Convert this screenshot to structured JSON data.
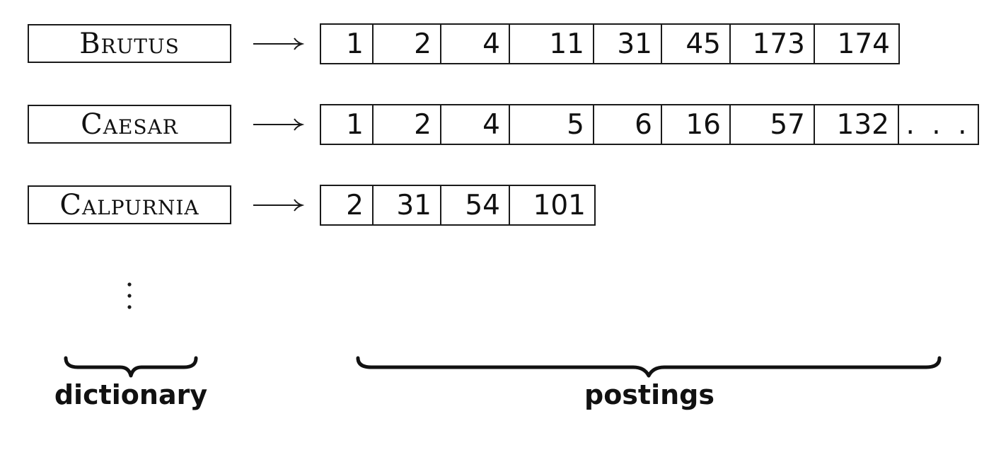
{
  "dictionary": {
    "label": "dictionary",
    "terms": [
      "Brutus",
      "Caesar",
      "Calpurnia"
    ]
  },
  "postings": {
    "label": "postings",
    "lists": [
      [
        "1",
        "2",
        "4",
        "11",
        "31",
        "45",
        "173",
        "174"
      ],
      [
        "1",
        "2",
        "4",
        "5",
        "6",
        "16",
        "57",
        "132",
        ". . ."
      ],
      [
        "2",
        "31",
        "54",
        "101"
      ]
    ]
  },
  "icons": {
    "arrow": "long-right-arrow-icon",
    "continuation": "vertical-dots-icon",
    "brace": "underbrace-icon"
  },
  "colors": {
    "line": "#1a1a1a",
    "background": "#ffffff"
  }
}
